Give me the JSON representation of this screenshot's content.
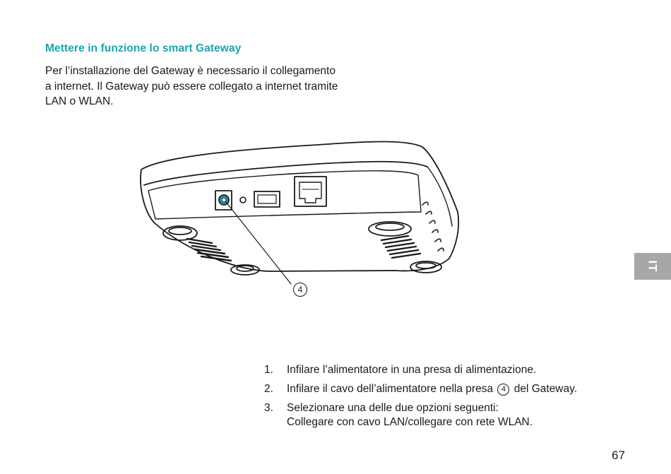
{
  "heading": "Mettere in funzione lo smart Gateway",
  "intro": {
    "line1": "Per l’installazione del Gateway è necessario il collegamento",
    "line2": "a internet. Il Gateway può essere collegato a internet tramite",
    "line3": "LAN o WLAN."
  },
  "figure": {
    "callout": "4",
    "accent_color": "#1aa5b0"
  },
  "steps": [
    {
      "num": "1.",
      "text": "Infilare l’alimentatore in una presa di alimentazione."
    },
    {
      "num": "2.",
      "text_before": "Infilare il cavo dell’alimentatore nella presa",
      "ref": "4",
      "text_after": "del Gateway."
    },
    {
      "num": "3.",
      "line1": "Selezionare una delle due opzioni seguenti:",
      "line2": "Collegare con cavo LAN/collegare con rete WLAN."
    }
  ],
  "side_tab": "IT",
  "page_number": "67"
}
